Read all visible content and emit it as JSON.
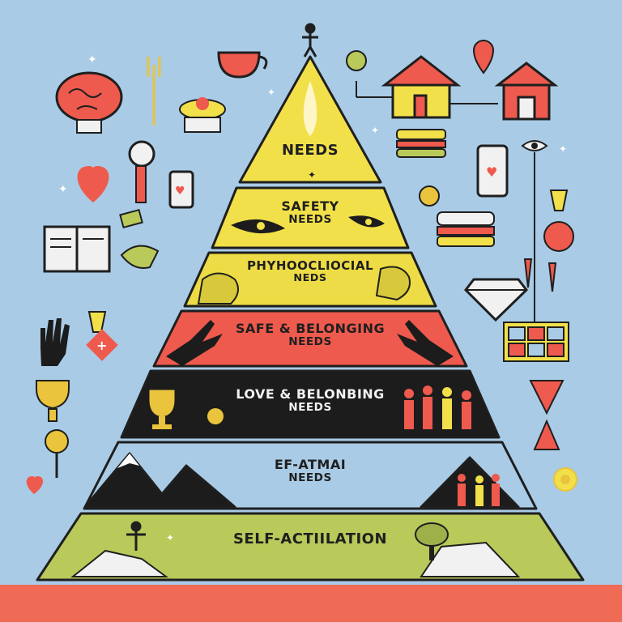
{
  "colors": {
    "background": "#a9cbe6",
    "pyramid_outline": "#1f1f1f",
    "yellow": "#f2e04a",
    "red": "#ee5a4d",
    "black": "#1c1c1c",
    "green": "#b9c95a",
    "ground": "#ef6b55"
  },
  "tiers": [
    {
      "line1": "NEEDS",
      "line2": ""
    },
    {
      "line1": "SAFETY",
      "line2": "NEEDS"
    },
    {
      "line1": "PHYHOOCLIOCIAL",
      "line2": "NEDS"
    },
    {
      "line1": "SAFE & BELONGING",
      "line2": "NEEDS"
    },
    {
      "line1": "LOVE & BELONBING",
      "line2": "NEEDS"
    },
    {
      "line1": "EF-ATMAI",
      "line2": "NEEDS"
    },
    {
      "line1": "SELF-ACTIILATION",
      "line2": ""
    }
  ],
  "icons": [
    "person-icon",
    "brain-icon",
    "fork-icon",
    "cup-icon",
    "food-plate-icon",
    "magnifier-icon",
    "heart-icon",
    "phone-heart-icon",
    "book-icon",
    "money-icon",
    "hand-icon",
    "medal-icon",
    "trophy-icon",
    "house-icon",
    "barn-icon",
    "location-pin-icon",
    "sandwich-icon",
    "phone-icon",
    "eye-icon",
    "ribbon-icon",
    "diamond-icon",
    "photo-grid-icon",
    "hourglass-icon",
    "sun-icon",
    "sparkle-icon"
  ]
}
